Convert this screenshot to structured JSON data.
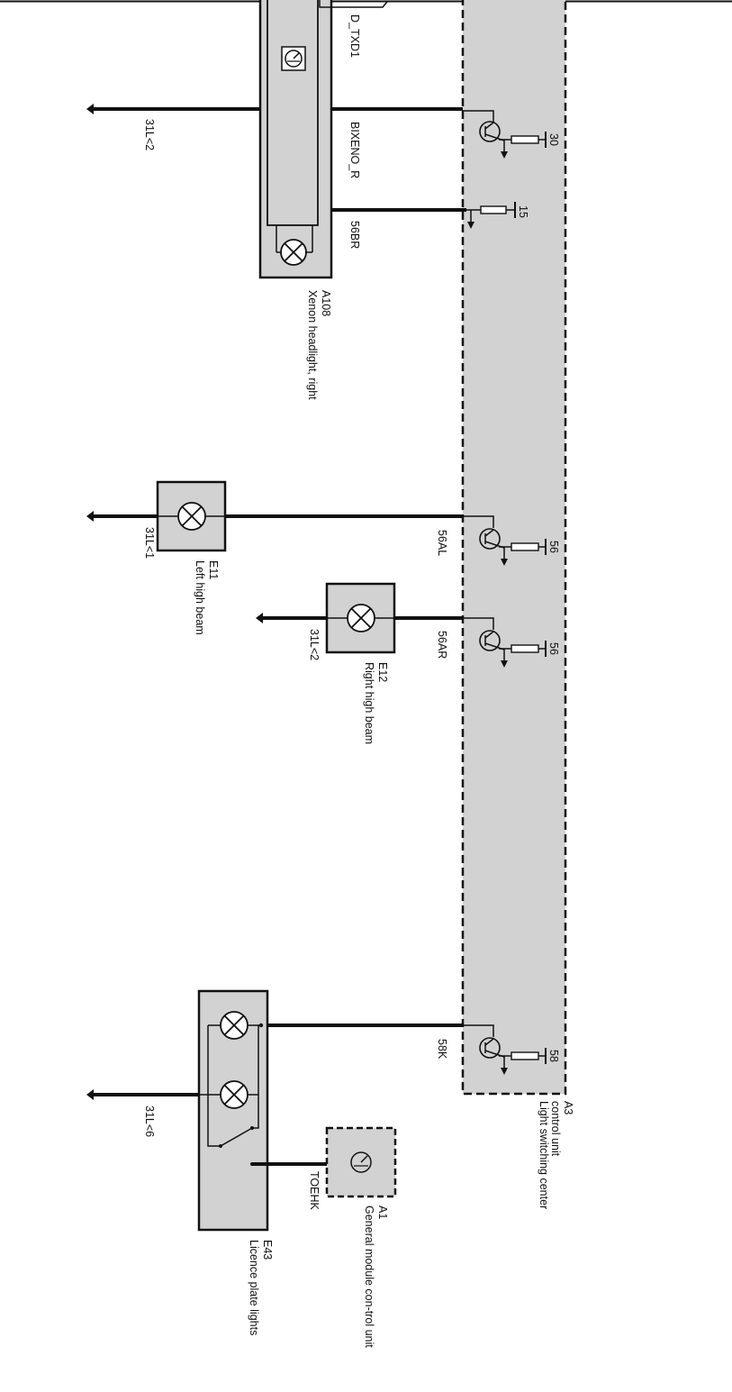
{
  "control_unit": {
    "ref": "A3",
    "name": "Light switching center control unit"
  },
  "general_module": {
    "ref": "A1",
    "name": "General module con-trol unit"
  },
  "xenon_right": {
    "ref": "A108",
    "name": "Xenon headlight, right",
    "signal_top": "D_TXD1"
  },
  "wires": {
    "bixeno": "BIXENO_R",
    "w56br": "56BR",
    "w56al": "56AL",
    "w56ar": "56AR",
    "w58k": "58K",
    "toehk": "TOEHK"
  },
  "pins": {
    "p30": "30",
    "p15": "15",
    "p56a": "56",
    "p56b": "56",
    "p58": "58"
  },
  "grounds": {
    "g1": "31L<2",
    "g2": "31L<1",
    "g3": "31L<2",
    "g4": "31L<6"
  },
  "e11": {
    "ref": "E11",
    "name": "Left high beam"
  },
  "e12": {
    "ref": "E12",
    "name": "Right high beam"
  },
  "e43": {
    "ref": "E43",
    "name": "Licence plate lights"
  }
}
